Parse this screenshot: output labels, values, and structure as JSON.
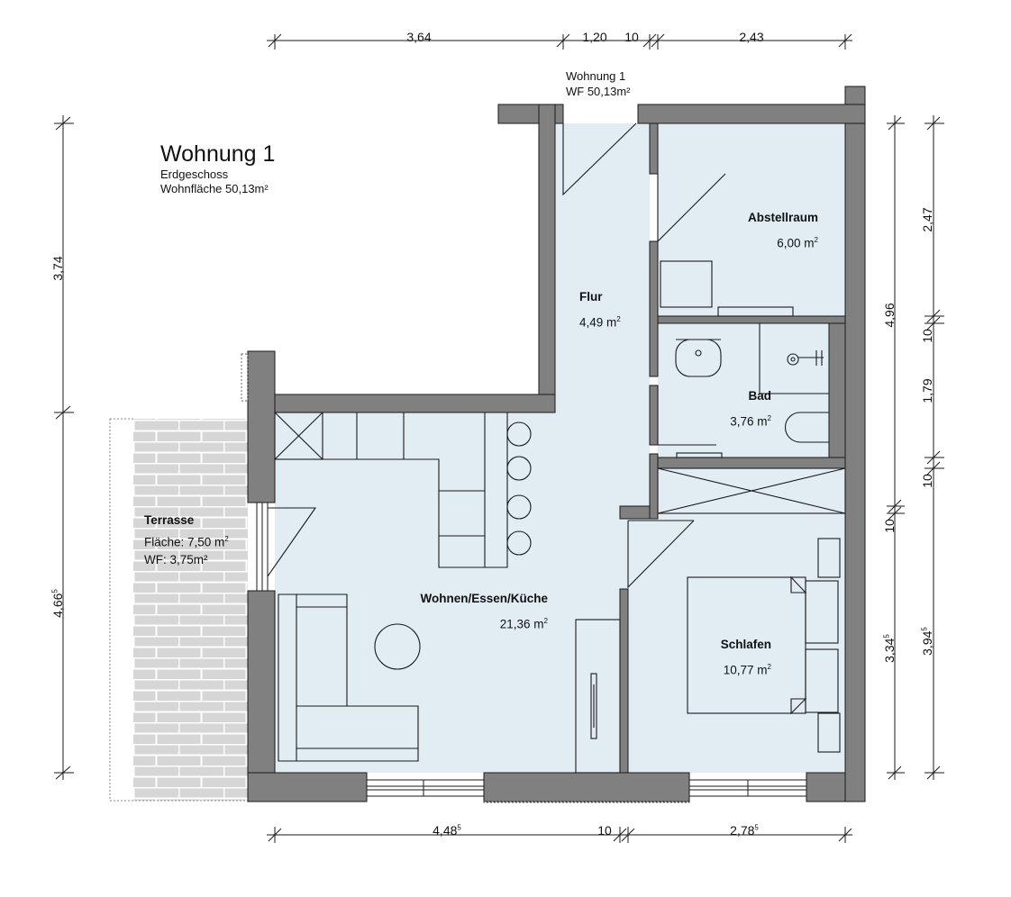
{
  "title": {
    "name": "Wohnung 1",
    "floor": "Erdgeschoss",
    "area": "Wohnfläche 50,13m²"
  },
  "entrance_label": {
    "line1": "Wohnung 1",
    "line2": "WF 50,13m²"
  },
  "rooms": {
    "flur": {
      "name": "Flur",
      "area": "4,49 m",
      "exp": "2"
    },
    "abstellraum": {
      "name": "Abstellraum",
      "area": "6,00 m",
      "exp": "2"
    },
    "bad": {
      "name": "Bad",
      "area": "3,76 m",
      "exp": "2"
    },
    "wohnen": {
      "name": "Wohnen/Essen/Küche",
      "area": "21,36 m",
      "exp": "2"
    },
    "schlafen": {
      "name": "Schlafen",
      "area": "10,77 m",
      "exp": "2"
    },
    "terrasse": {
      "name": "Terrasse",
      "flaeche": "Fläche: 7,50 m",
      "exp": "2",
      "wf": "WF: 3,75m²"
    }
  },
  "dimensions": {
    "top": [
      "3,64",
      "1,20",
      "10",
      "2,43"
    ],
    "bottom": [
      {
        "main": "4,48",
        "sup": "5"
      },
      {
        "main": "10",
        "sup": ""
      },
      {
        "main": "2,78",
        "sup": "5"
      }
    ],
    "left": [
      {
        "main": "3,74",
        "sup": ""
      },
      {
        "main": "4,66",
        "sup": "5"
      }
    ],
    "right_inner": [
      {
        "main": "4,96",
        "sup": ""
      },
      {
        "main": "10",
        "sup": ""
      },
      {
        "main": "3,34",
        "sup": "5"
      }
    ],
    "right_outer": [
      {
        "main": "2,47",
        "sup": ""
      },
      {
        "main": "10",
        "sup": ""
      },
      {
        "main": "1,79",
        "sup": ""
      },
      {
        "main": "10",
        "sup": ""
      },
      {
        "main": "3,94",
        "sup": "5"
      }
    ]
  },
  "colors": {
    "floor": "#e1edf3",
    "wall": "#808080",
    "line": "#222222",
    "terrace": "#d8d8d8"
  }
}
